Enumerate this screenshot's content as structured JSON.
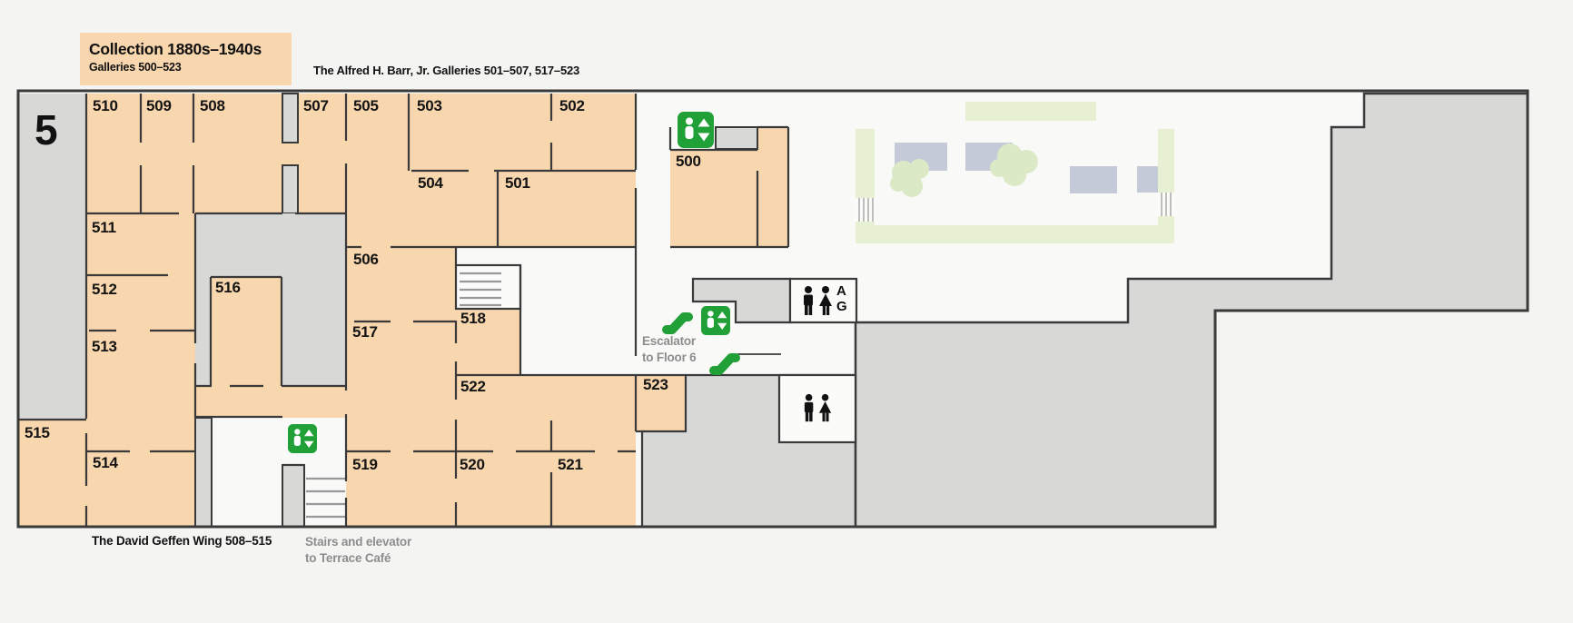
{
  "header": {
    "title": "Collection 1880s–1940s",
    "subtitle": "Galleries 500–523",
    "barr_label": "The Alfred H. Barr, Jr. Galleries 501–507, 517–523"
  },
  "floor": {
    "number": "5"
  },
  "rooms": {
    "r500": "500",
    "r501": "501",
    "r502": "502",
    "r503": "503",
    "r504": "504",
    "r505": "505",
    "r506": "506",
    "r507": "507",
    "r508": "508",
    "r509": "509",
    "r510": "510",
    "r511": "511",
    "r512": "512",
    "r513": "513",
    "r514": "514",
    "r515": "515",
    "r516": "516",
    "r517": "517",
    "r518": "518",
    "r519": "519",
    "r520": "520",
    "r521": "521",
    "r522": "522",
    "r523": "523"
  },
  "annotations": {
    "escalator_line1": "Escalator",
    "escalator_line2": "to Floor 6",
    "geffen_wing": "The David Geffen Wing 508–515",
    "stairs_line1": "Stairs and elevator",
    "stairs_line2": "to Terrace Café",
    "restroom_all_gender_line1": "A",
    "restroom_all_gender_line2": "G"
  },
  "icons": {
    "elevator": "elevator-icon",
    "escalator": "escalator-icon",
    "restroom": "restroom-icon"
  },
  "colors": {
    "gallery_peach": "#f8d6ae",
    "service_gray": "#d8d8d7",
    "wall": "#3a3a3a",
    "accent_green": "#21a038",
    "garden_green": "#e7f0d2",
    "note_gray": "#8d8d8d"
  }
}
